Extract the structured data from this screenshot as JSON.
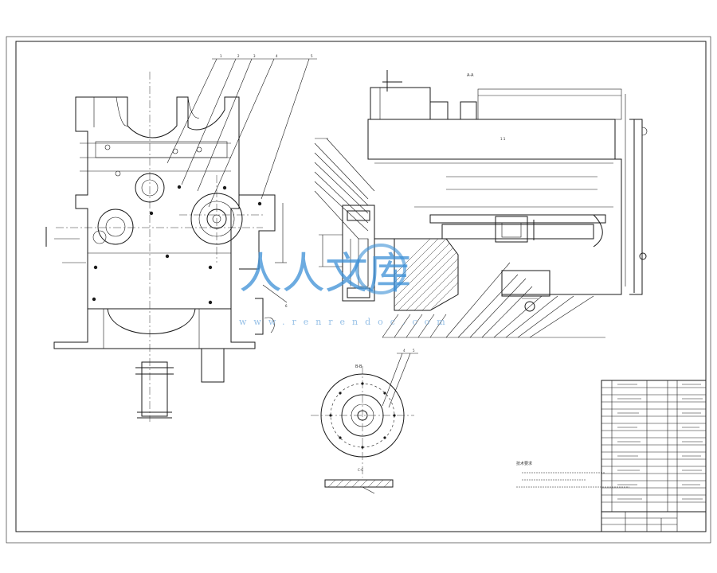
{
  "drawing": {
    "section_label_top": "A-A",
    "section_label_bottom": "B-B",
    "section_label_small": "C-C",
    "tech_notes_title": "技术要求",
    "watermark_text": "人人文库",
    "watermark_url": "www.renrendoc.com"
  },
  "colors": {
    "line": "#1a1a1a",
    "watermark": "#3b8fd6",
    "background": "#ffffff"
  }
}
